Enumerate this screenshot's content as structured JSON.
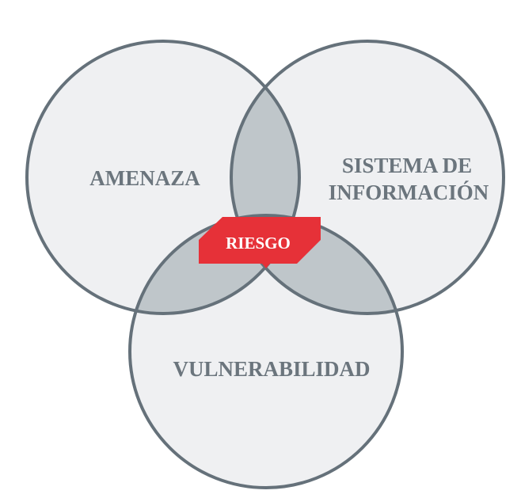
{
  "diagram": {
    "type": "venn",
    "colors": {
      "circle_fill": "#eff0f2",
      "overlap_fill": "#bfc6ca",
      "stroke": "#65717a",
      "label": "#6b757d",
      "center_badge": "#e63138",
      "center_text": "#ffffff"
    },
    "sets": [
      {
        "id": "amenaza",
        "label": "AMENAZA"
      },
      {
        "id": "sistema",
        "label_line1": "SISTEMA DE",
        "label_line2": "INFORMACIÓN"
      },
      {
        "id": "vulnerabilidad",
        "label": "VULNERABILIDAD"
      }
    ],
    "intersection": {
      "label": "RIESGO"
    }
  }
}
